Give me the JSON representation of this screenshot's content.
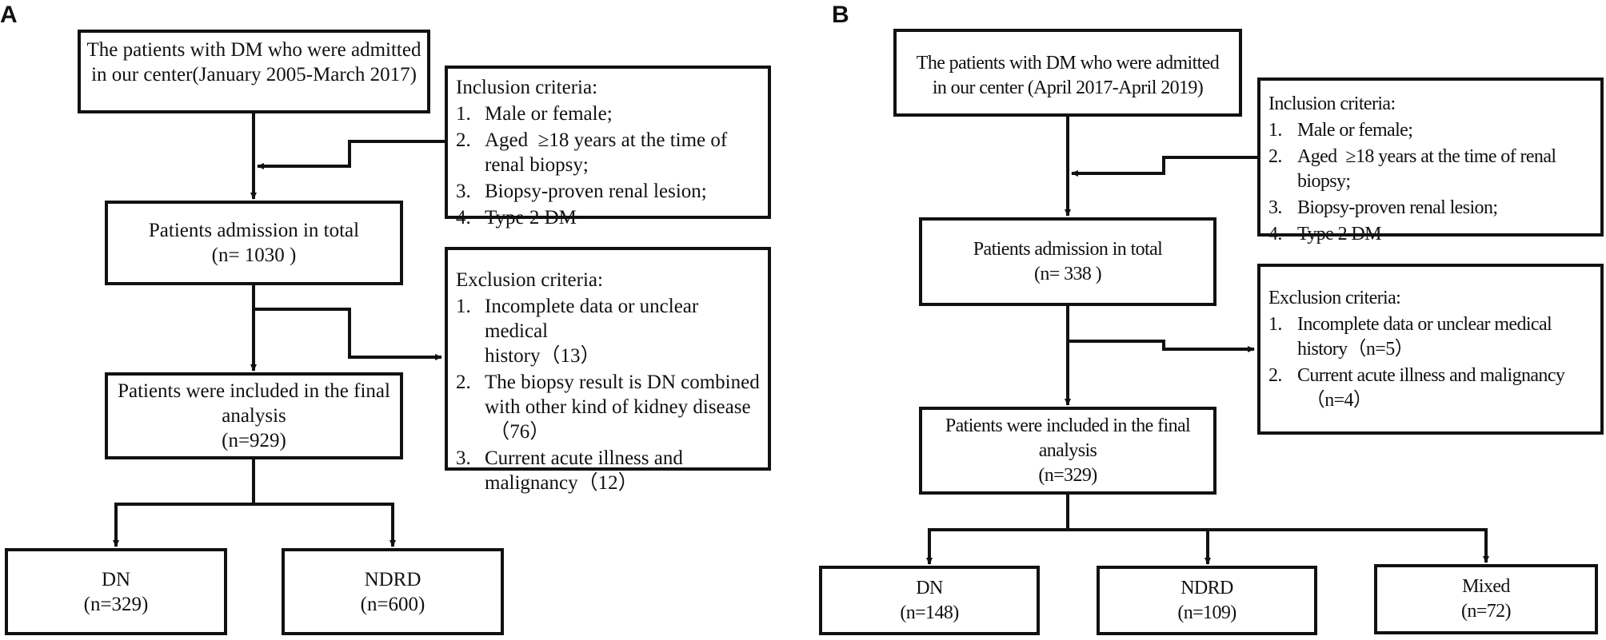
{
  "panels": {
    "A": {
      "label": "A",
      "source": [
        "The patients with DM who were admitted",
        "in our center(January 2005-March 2017)"
      ],
      "inclusion": {
        "title": "Inclusion criteria:",
        "items": [
          {
            "num": "1.",
            "lines": [
              "Male or female;"
            ]
          },
          {
            "num": "2.",
            "lines": [
              "Aged  ≥18 years at the time of",
              "renal biopsy;"
            ]
          },
          {
            "num": "3.",
            "lines": [
              "Biopsy-proven renal lesion;"
            ]
          },
          {
            "num": "4.",
            "lines": [
              "Type 2 DM"
            ]
          }
        ]
      },
      "admission": {
        "title": "Patients admission in total",
        "count": "(n= 1030 )"
      },
      "exclusion": {
        "title": "Exclusion criteria:",
        "items": [
          {
            "num": "1.",
            "lines": [
              "Incomplete data or unclear medical",
              "history（13）"
            ]
          },
          {
            "num": "2.",
            "lines": [
              "The biopsy result is DN combined",
              "with other kind of kidney disease",
              " （76）"
            ]
          },
          {
            "num": "3.",
            "lines": [
              "Current acute illness and",
              "malignancy（12）"
            ]
          }
        ]
      },
      "final": {
        "lines": [
          "Patients were included in the final",
          "analysis"
        ],
        "count": "(n=929)"
      },
      "groups": [
        {
          "name": "DN",
          "count": "(n=329)"
        },
        {
          "name": "NDRD",
          "count": "(n=600)"
        }
      ]
    },
    "B": {
      "label": "B",
      "source": [
        "The patients with DM who were admitted",
        "in our center (April 2017-April 2019)"
      ],
      "inclusion": {
        "title": "Inclusion criteria:",
        "items": [
          {
            "num": "1.",
            "lines": [
              "Male or female;"
            ]
          },
          {
            "num": "2.",
            "lines": [
              "Aged  ≥18 years at the time of renal",
              "biopsy;"
            ]
          },
          {
            "num": "3.",
            "lines": [
              "Biopsy-proven renal lesion;"
            ]
          },
          {
            "num": "4.",
            "lines": [
              "Type 2 DM"
            ]
          }
        ]
      },
      "admission": {
        "title": "Patients admission in total",
        "count": "(n= 338 )"
      },
      "exclusion": {
        "title": "Exclusion criteria:",
        "items": [
          {
            "num": "1.",
            "lines": [
              "Incomplete data or unclear medical",
              "history（n=5）"
            ]
          },
          {
            "num": "2.",
            "lines": [
              "Current acute illness and malignancy",
              "  （n=4）"
            ]
          }
        ]
      },
      "final": {
        "lines": [
          "Patients were included in the final",
          "analysis"
        ],
        "count": "(n=329)"
      },
      "groups": [
        {
          "name": "DN",
          "count": "(n=148)"
        },
        {
          "name": "NDRD",
          "count": "(n=109)"
        },
        {
          "name": "Mixed",
          "count": "(n=72)"
        }
      ]
    }
  }
}
